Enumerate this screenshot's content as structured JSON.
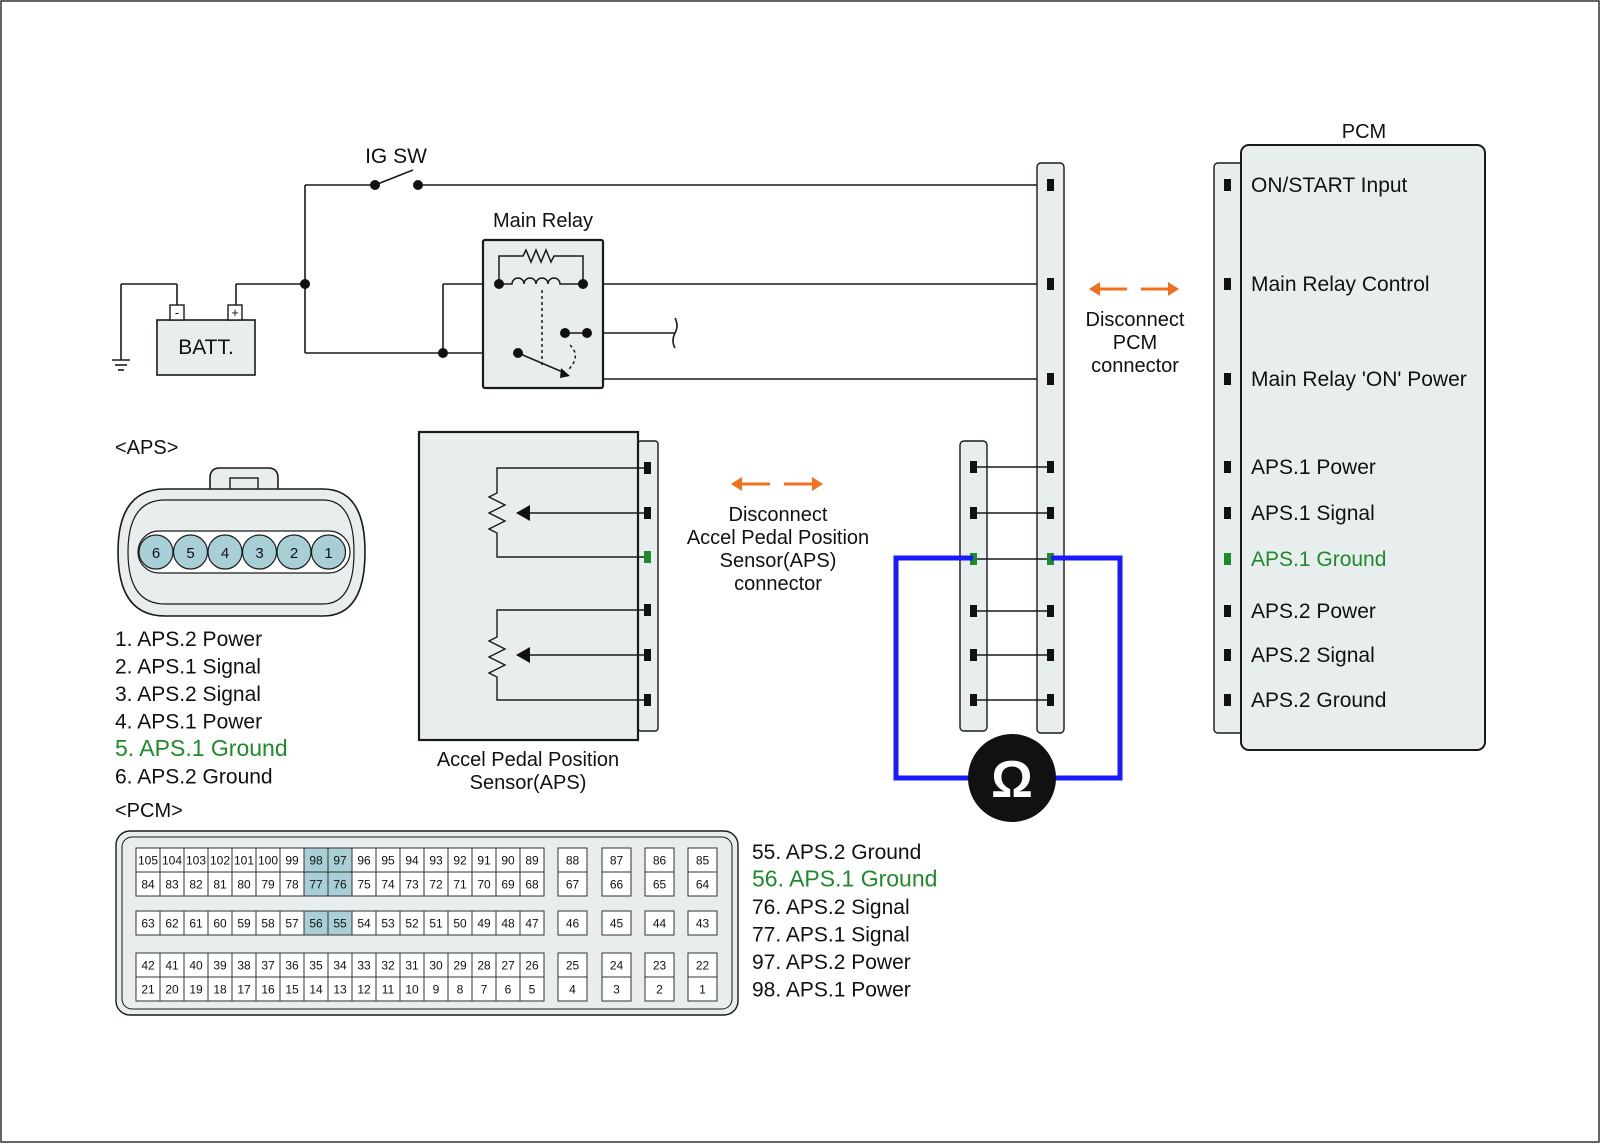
{
  "colors": {
    "wire": "#1a1a1a",
    "panel_fill": "#e8eeee",
    "highlight_pin": "#a9cfd6",
    "ground_highlight": "#1f8a2a",
    "meter_lead": "#1a1aff",
    "arrow": "#f07020"
  },
  "labels": {
    "ig_sw": "IG SW",
    "main_relay": "Main Relay",
    "batt": "BATT.",
    "batt_neg": "-",
    "batt_pos": "+",
    "pcm_title": "PCM",
    "aps_title": "<APS>",
    "pcm_conn_title": "<PCM>",
    "aps_sensor": [
      "Accel Pedal Position",
      "Sensor(APS)"
    ],
    "disconnect_pcm": [
      "Disconnect",
      "PCM",
      "connector"
    ],
    "disconnect_aps": [
      "Disconnect",
      "Accel Pedal Position",
      "Sensor(APS)",
      "connector"
    ],
    "ohm_symbol": "Ω"
  },
  "pcm_pins": [
    {
      "label": "ON/START Input",
      "highlight": false
    },
    {
      "label": "Main Relay Control",
      "highlight": false
    },
    {
      "label": "Main Relay 'ON' Power",
      "highlight": false
    },
    {
      "label": "APS.1 Power",
      "highlight": false
    },
    {
      "label": "APS.1 Signal",
      "highlight": false
    },
    {
      "label": "APS.1 Ground",
      "highlight": true
    },
    {
      "label": "APS.2 Power",
      "highlight": false
    },
    {
      "label": "APS.2 Signal",
      "highlight": false
    },
    {
      "label": "APS.2 Ground",
      "highlight": false
    }
  ],
  "aps_connector": {
    "pins": [
      "6",
      "5",
      "4",
      "3",
      "2",
      "1"
    ]
  },
  "aps_legend": [
    {
      "text": "1. APS.2 Power",
      "highlight": false
    },
    {
      "text": "2. APS.1 Signal",
      "highlight": false
    },
    {
      "text": "3. APS.2 Signal",
      "highlight": false
    },
    {
      "text": "4. APS.1 Power",
      "highlight": false
    },
    {
      "text": "5. APS.1 Ground",
      "highlight": true
    },
    {
      "text": "6. APS.2 Ground",
      "highlight": false
    }
  ],
  "pcm_legend": [
    {
      "text": "55. APS.2 Ground",
      "highlight": false
    },
    {
      "text": "56. APS.1 Ground",
      "highlight": true
    },
    {
      "text": "76. APS.2 Signal",
      "highlight": false
    },
    {
      "text": "77. APS.1 Signal",
      "highlight": false
    },
    {
      "text": "97. APS.2 Power",
      "highlight": false
    },
    {
      "text": "98. APS.1 Power",
      "highlight": false
    }
  ],
  "pcm_connector": {
    "row1": [
      "105",
      "104",
      "103",
      "102",
      "101",
      "100",
      "99",
      "98",
      "97",
      "96",
      "95",
      "94",
      "93",
      "92",
      "91",
      "90",
      "89"
    ],
    "row2": [
      "84",
      "83",
      "82",
      "81",
      "80",
      "79",
      "78",
      "77",
      "76",
      "75",
      "74",
      "73",
      "72",
      "71",
      "70",
      "69",
      "68"
    ],
    "row3": [
      "63",
      "62",
      "61",
      "60",
      "59",
      "58",
      "57",
      "56",
      "55",
      "54",
      "53",
      "52",
      "51",
      "50",
      "49",
      "48",
      "47"
    ],
    "row4": [
      "42",
      "41",
      "40",
      "39",
      "38",
      "37",
      "36",
      "35",
      "34",
      "33",
      "32",
      "31",
      "30",
      "29",
      "28",
      "27",
      "26"
    ],
    "row5": [
      "21",
      "20",
      "19",
      "18",
      "17",
      "16",
      "15",
      "14",
      "13",
      "12",
      "11",
      "10",
      "9",
      "8",
      "7",
      "6",
      "5"
    ],
    "side_r1": [
      "88",
      "87",
      "86",
      "85"
    ],
    "side_r2": [
      "67",
      "66",
      "65",
      "64"
    ],
    "side_r3": [
      "46",
      "45",
      "44",
      "43"
    ],
    "side_r4": [
      "25",
      "24",
      "23",
      "22"
    ],
    "side_r5": [
      "4",
      "3",
      "2",
      "1"
    ],
    "highlighted": [
      "98",
      "97",
      "77",
      "76",
      "56",
      "55"
    ]
  }
}
